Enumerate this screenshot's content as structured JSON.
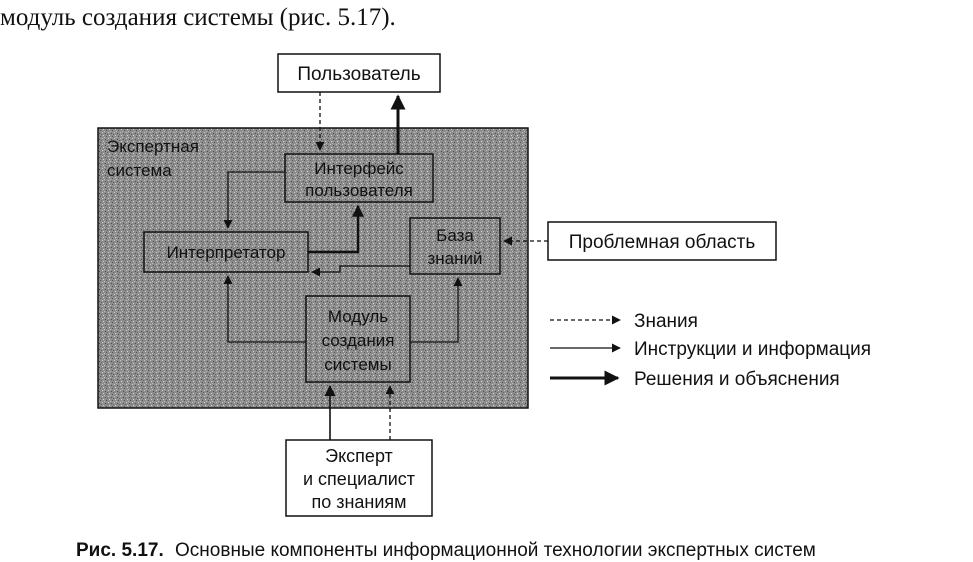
{
  "intro_text": "модуль создания системы (рис. 5.17).",
  "diagram": {
    "container_label": [
      "Экспертная",
      "система"
    ],
    "user_box": "Пользователь",
    "ui_box": [
      "Интерфейс",
      "пользователя"
    ],
    "interpreter_box": "Интерпретатор",
    "kb_box": [
      "База",
      "знаний"
    ],
    "builder_box": [
      "Модуль",
      "создания",
      "системы"
    ],
    "problem_area_box": "Проблемная область",
    "expert_box": [
      "Эксперт",
      "и специалист",
      "по знаниям"
    ]
  },
  "legend": [
    {
      "style": "dashed",
      "label": "Знания"
    },
    {
      "style": "thin",
      "label": "Инструкции и информация"
    },
    {
      "style": "thick",
      "label": "Решения и объяснения"
    }
  ],
  "caption": {
    "prefix": "Рис. 5.17.",
    "text": "Основные компоненты информационной технологии экспертных систем"
  },
  "colors": {
    "ink": "#111111",
    "shade": "#8a8a8a",
    "box_fill": "#ffffff"
  }
}
